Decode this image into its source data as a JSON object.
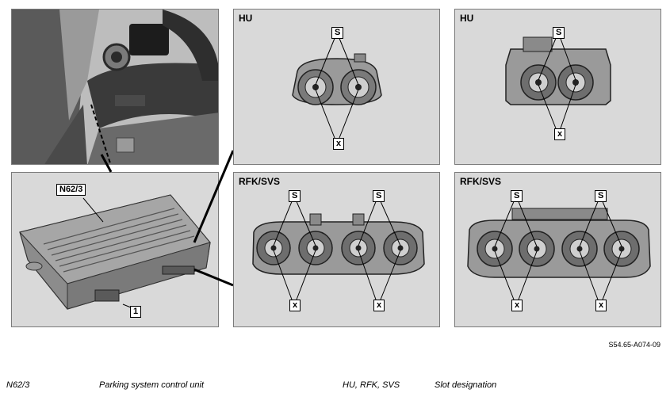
{
  "panels": {
    "hu_top": "HU",
    "hu_top_right": "HU",
    "rfk_svs_left": "RFK/SVS",
    "rfk_svs_right": "RFK/SVS"
  },
  "callouts": {
    "s": "S",
    "x": "x",
    "component": "N62/3",
    "position": "1"
  },
  "reference": "S54.65-A074-09",
  "legend": {
    "items": [
      {
        "code": "N62/3",
        "text": "Parking system control unit"
      },
      {
        "code": "HU, RFK, SVS",
        "text": "Slot designation"
      }
    ]
  }
}
